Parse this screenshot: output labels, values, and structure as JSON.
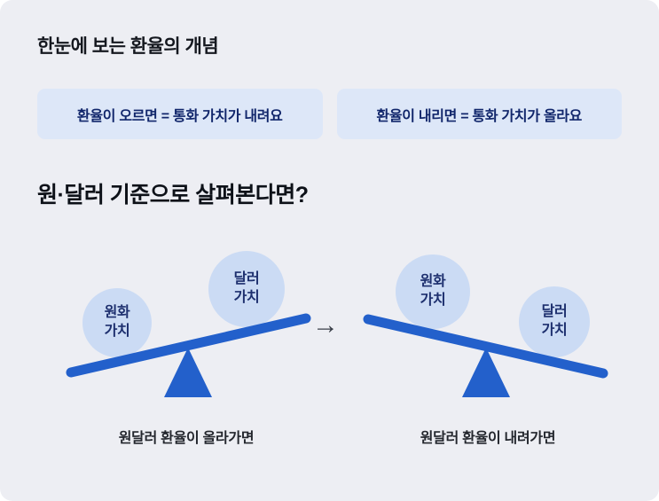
{
  "header": {
    "title": "한눈에 보는 환율의 개념"
  },
  "info_boxes": [
    {
      "label": "환율이 오르면 = 통화 가치가 내려요"
    },
    {
      "label": "환율이 내리면 = 통화 가치가 올라요"
    }
  ],
  "section": {
    "title": "원·달러 기준으로 살펴본다면?"
  },
  "diagram": {
    "arrow": "→",
    "seesaws": [
      {
        "caption": "원달러 환율이 올라가면",
        "won_circle": {
          "line1": "원화",
          "line2": "가치"
        },
        "dollar_circle": {
          "line1": "달러",
          "line2": "가치"
        }
      },
      {
        "caption": "원달러 환율이 내려가면",
        "won_circle": {
          "line1": "원화",
          "line2": "가치"
        },
        "dollar_circle": {
          "line1": "달러",
          "line2": "가치"
        }
      }
    ]
  },
  "colors": {
    "background": "#edeef3",
    "info_box_bg": "#dde7f8",
    "info_box_text": "#11266b",
    "circle_bg": "#cbdbf4",
    "circle_text": "#1d2f6e",
    "plank_blue": "#2360cb",
    "fulcrum_blue": "#2360cb"
  }
}
